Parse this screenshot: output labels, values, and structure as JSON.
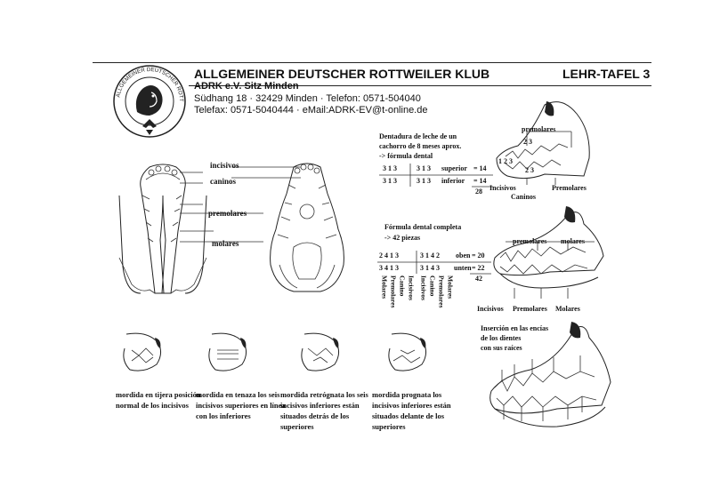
{
  "header": {
    "club_name": "ALLGEMEINER DEUTSCHER ROTTWEILER KLUB",
    "sheet_label": "LEHR-TAFEL 3",
    "subtitle": "ADRK e.V. Sitz Minden",
    "address_line": "Südhang 18 · 32429 Minden · Telefon: 0571-504040",
    "contact_line": "Telefax: 0571-5040444 · eMail:ADRK-EV@t-online.de",
    "seal_text": "ALLGEMEINER DEUTSCHER ROTTWEILER KLUB e.V. ADRK"
  },
  "skull_labels": {
    "incisivos": "incisivos",
    "caninos": "caninos",
    "premolares": "premolares",
    "molares": "molares"
  },
  "puppy_formula": {
    "title_1": "Dentadura de leche de un",
    "title_2": "cachorro de 8 meses aprox.",
    "title_3": "-> fórmula dental",
    "upper_left": "3 1 3",
    "upper_right": "3 1 3",
    "upper_label": "superior",
    "upper_total": "= 14",
    "lower_left": "3 1 3",
    "lower_right": "3 1 3",
    "lower_label": "inferior",
    "lower_total": "= 14",
    "sum": "28"
  },
  "puppy_jaw_labels": {
    "premolares": "premolares",
    "incisivos": "Incisivos",
    "caninos": "Caninos",
    "premolares_bottom": "Premolares",
    "nums_top": "2  3",
    "nums_left": "1 2 3",
    "nums_bottom": "2  3"
  },
  "adult_formula": {
    "title_1": "Fórmula dental completa",
    "title_2": "-> 42 piezas",
    "upper_left": "2 4 1 3",
    "upper_right": "3 1 4 2",
    "upper_label": "oben",
    "upper_total": "= 20",
    "lower_left": "3 4 1 3",
    "lower_right": "3 1 4 3",
    "lower_label": "unten",
    "lower_total": "= 22",
    "sum": "42",
    "vertical_left": [
      "Molares",
      "Premolares",
      "Canino",
      "Incisivos"
    ],
    "vertical_right": [
      "Incisivos",
      "Canino",
      "Premolares",
      "Molares"
    ]
  },
  "adult_jaw_labels": {
    "premolares": "premolares",
    "molares": "molares",
    "incisivos": "Incisivos",
    "premolares_bottom": "Premolares",
    "molares_bottom": "Molares"
  },
  "roots": {
    "text_1": "Inserción en las encías",
    "text_2": "de los dientes",
    "text_3": "con sus raíces"
  },
  "bites": [
    {
      "caption": "mordida en tijera posición normal de los incisivos"
    },
    {
      "caption": "mordida en tenaza los seis incisivos superiores en línea con los inferiores"
    },
    {
      "caption": "mordida retrógnata los seis incisivos inferiores están situados detrás de los superiores"
    },
    {
      "caption": "mordida prognata los incisivos inferiores están situados delante de los superiores"
    }
  ]
}
